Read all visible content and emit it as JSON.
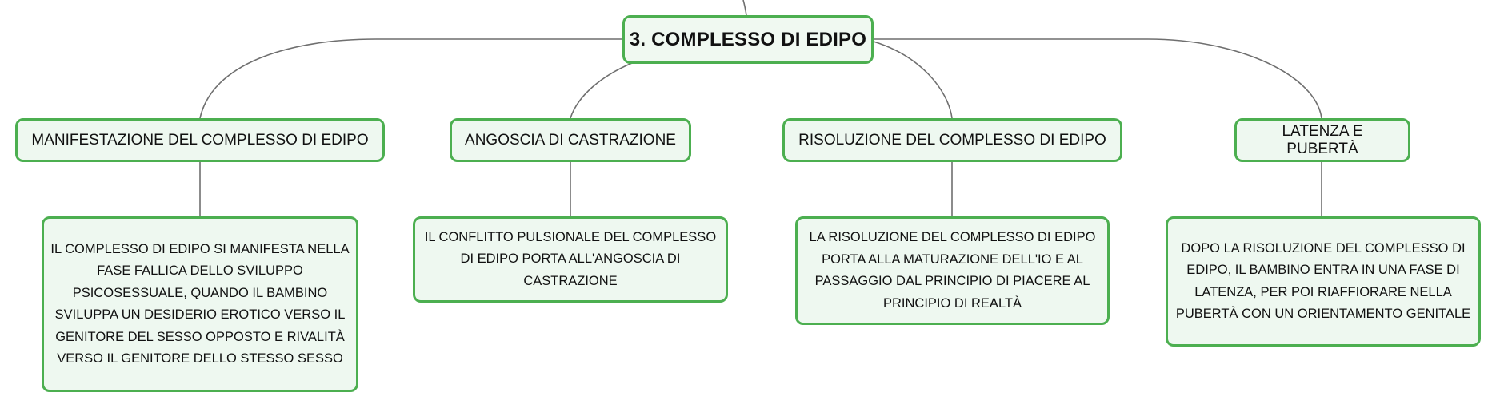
{
  "diagram": {
    "root": "3. COMPLESSO DI EDIPO",
    "branches": [
      {
        "title": "MANIFESTAZIONE DEL COMPLESSO DI EDIPO",
        "detail": "IL COMPLESSO DI EDIPO SI MANIFESTA NELLA FASE FALLICA DELLO SVILUPPO PSICOSESSUALE, QUANDO IL BAMBINO SVILUPPA UN DESIDERIO EROTICO VERSO IL GENITORE DEL SESSO OPPOSTO E RIVALITÀ VERSO IL GENITORE DELLO STESSO SESSO"
      },
      {
        "title": "ANGOSCIA DI CASTRAZIONE",
        "detail": "IL CONFLITTO PULSIONALE DEL COMPLESSO DI EDIPO PORTA ALL'ANGOSCIA DI CASTRAZIONE"
      },
      {
        "title": "RISOLUZIONE DEL COMPLESSO DI EDIPO",
        "detail": "LA RISOLUZIONE DEL COMPLESSO DI EDIPO PORTA ALLA MATURAZIONE DELL'IO E AL PASSAGGIO DAL PRINCIPIO DI PIACERE AL PRINCIPIO DI REALTÀ"
      },
      {
        "title": "LATENZA E PUBERTÀ",
        "detail": "DOPO LA RISOLUZIONE DEL COMPLESSO DI EDIPO, IL BAMBINO ENTRA IN UNA FASE DI LATENZA, PER POI RIAFFIORARE NELLA PUBERTÀ CON UN ORIENTAMENTO GENITALE"
      }
    ]
  },
  "colors": {
    "border": "#4caf50",
    "fill": "#eef8f0",
    "line": "#666666"
  }
}
